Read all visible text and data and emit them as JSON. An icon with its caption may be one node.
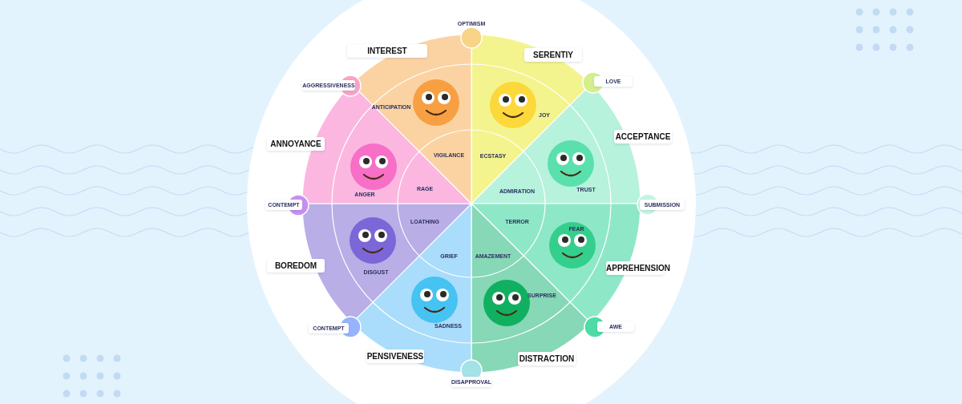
{
  "diagram": {
    "nodes": [
      {
        "text": [
          "OPTIMISM"
        ]
      },
      {
        "text": [
          "INTEREST"
        ]
      },
      {
        "text": [
          "SERENTIY"
        ]
      },
      {
        "text": [
          "LOVE"
        ]
      },
      {
        "text": [
          "AGGRESSIVENESS"
        ]
      },
      {
        "text": [
          "ACCEPTANCE"
        ]
      },
      {
        "text": [
          "ANNOYANCE"
        ]
      },
      {
        "text": [
          "CONTEMPT"
        ]
      },
      {
        "text": [
          "SUBMISSION"
        ]
      },
      {
        "text": [
          "BOREDOM"
        ]
      },
      {
        "text": [
          "APPREHENSION"
        ]
      },
      {
        "text": [
          "CONTEMPT"
        ]
      },
      {
        "text": [
          "AWE"
        ]
      },
      {
        "text": [
          "PENSIVENESS"
        ]
      },
      {
        "text": [
          "DISTRACTION"
        ]
      },
      {
        "text": [
          "DISAPPROVAL"
        ]
      }
    ],
    "labels": [
      "ANTICIPATION",
      "JOY",
      "VIGILANCE",
      "ECSTASY",
      "TRUST",
      "ANGER",
      "RAGE",
      "ADMIRATION",
      "LOATHING",
      "TERROR",
      "FEAR",
      "DISGUST",
      "GRIEF",
      "AMAZEMENT",
      "SURPRISE",
      "SADNESS"
    ]
  }
}
